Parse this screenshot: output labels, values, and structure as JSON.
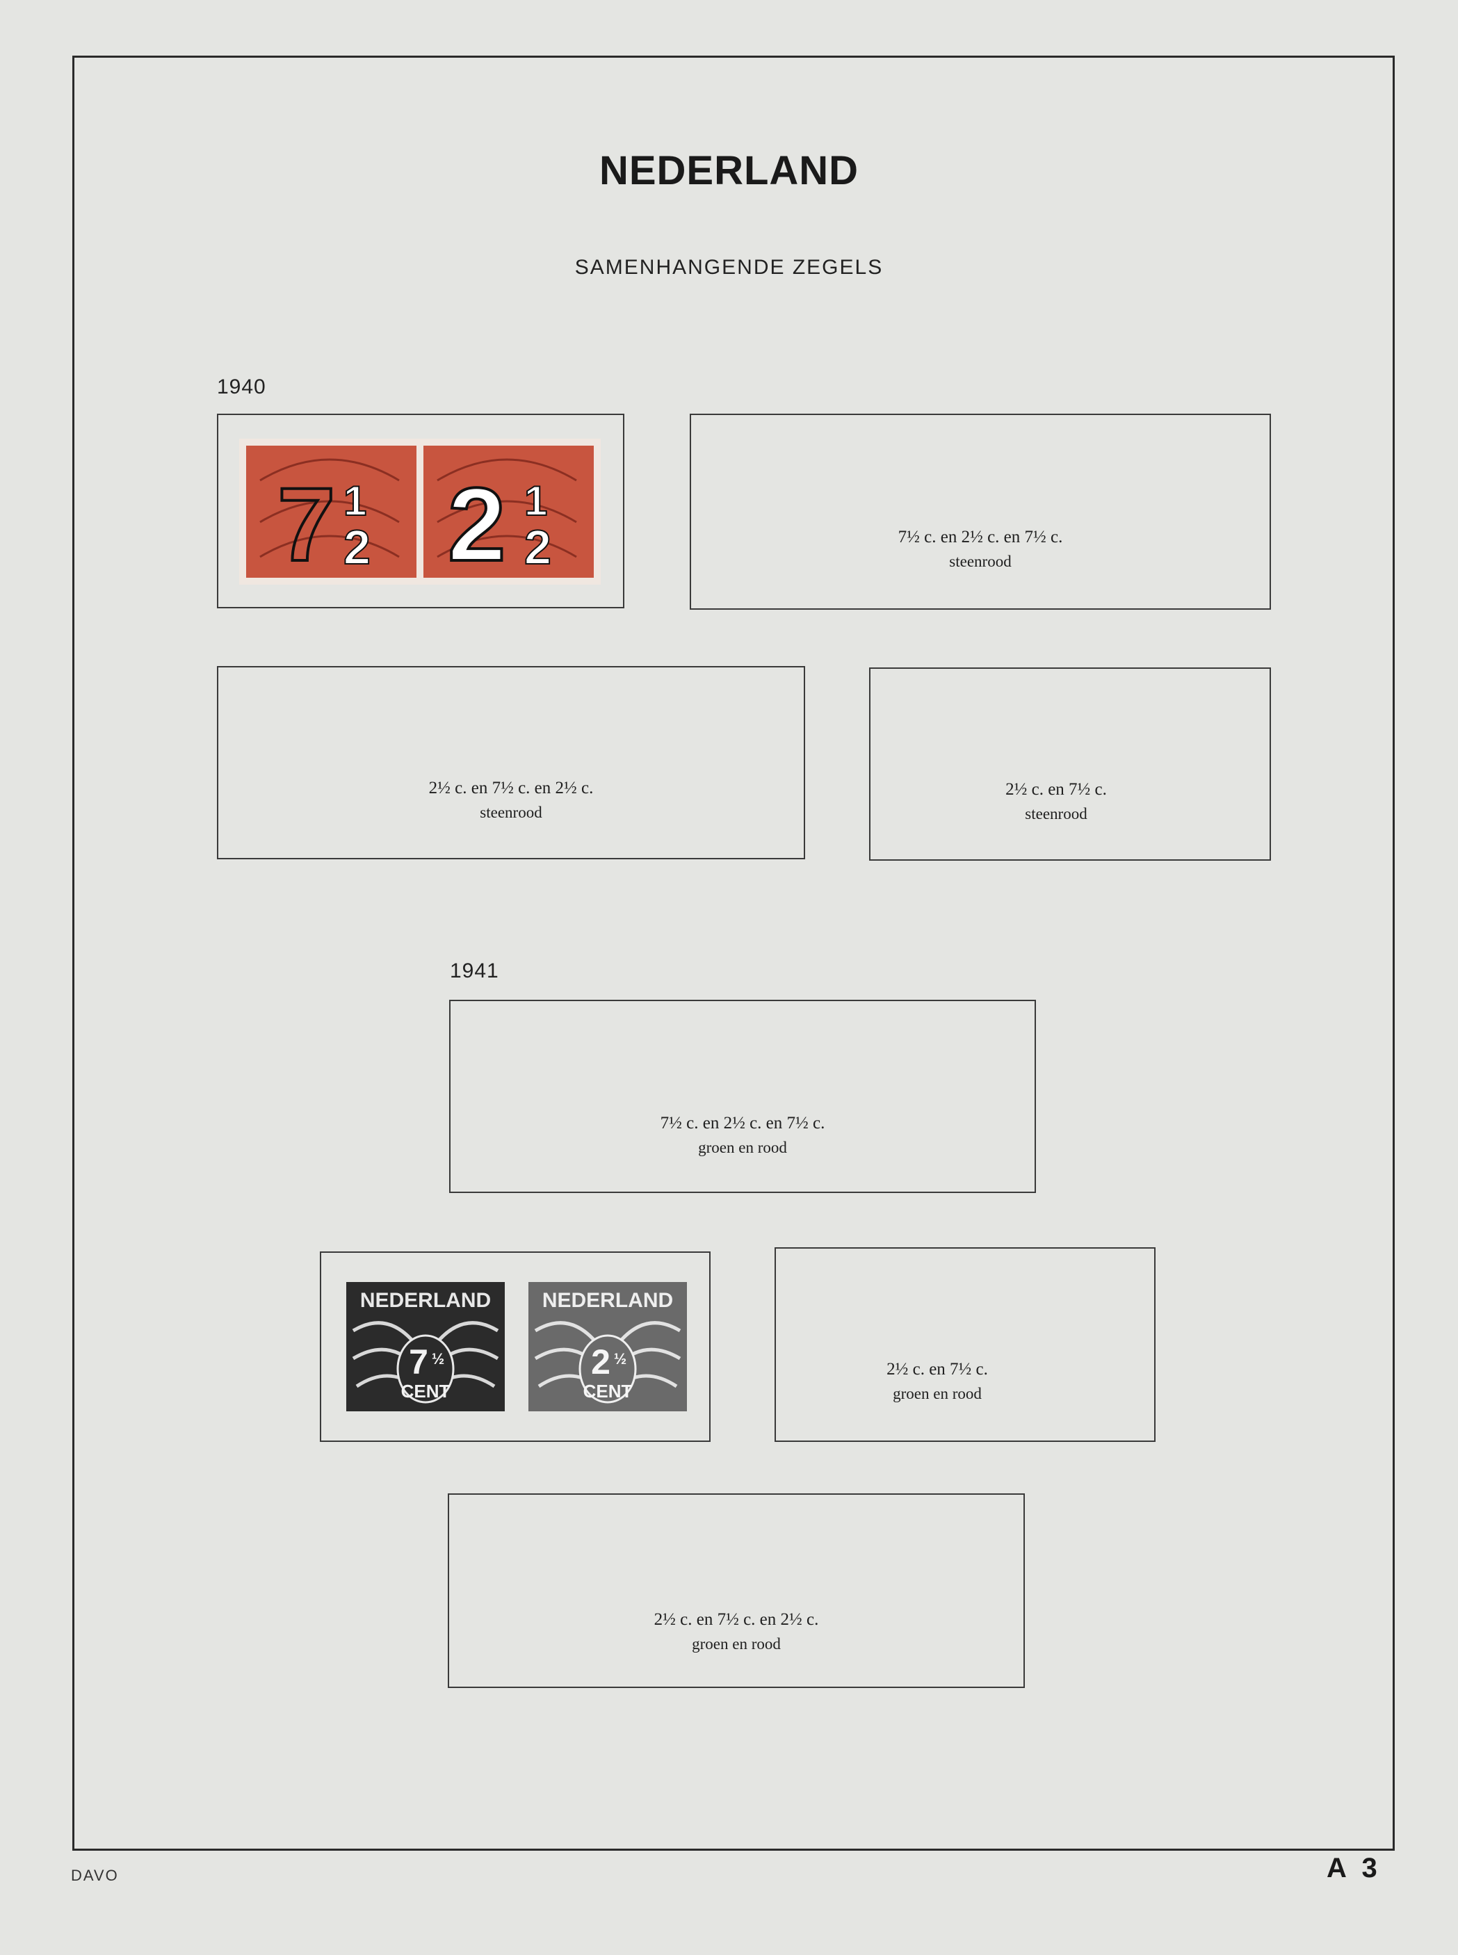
{
  "page": {
    "title": "NEDERLAND",
    "subtitle": "SAMENHANGENDE ZEGELS",
    "footer_left": "DAVO",
    "footer_right": "A 3"
  },
  "sections": [
    {
      "year": "1940"
    },
    {
      "year": "1941"
    }
  ],
  "slots": [
    {
      "value": "",
      "color": ""
    },
    {
      "value": "7½ c. en 2½ c. en 7½ c.",
      "color": "steenrood"
    },
    {
      "value": "2½ c. en 7½ c. en 2½ c.",
      "color": "steenrood"
    },
    {
      "value": "2½ c. en 7½ c.",
      "color": "steenrood"
    },
    {
      "value": "7½ c. en 2½ c. en 7½ c.",
      "color": "groen en rood"
    },
    {
      "value": "",
      "color": ""
    },
    {
      "value": "2½ c. en 7½ c.",
      "color": "groen en rood"
    },
    {
      "value": "2½ c. en 7½ c. en 2½ c.",
      "color": "groen en rood"
    }
  ],
  "stamps": {
    "red_pair": [
      {
        "denomination": "7½",
        "color": "#c8553f"
      },
      {
        "denomination": "2½",
        "color": "#c8553f"
      }
    ],
    "illustrations": [
      {
        "country": "NEDERLAND",
        "whole": "7",
        "fraction": "½",
        "unit": "CENT",
        "color": "#2b2b2b"
      },
      {
        "country": "NEDERLAND",
        "whole": "2",
        "fraction": "½",
        "unit": "CENT",
        "color": "#6a6a6a"
      }
    ]
  }
}
